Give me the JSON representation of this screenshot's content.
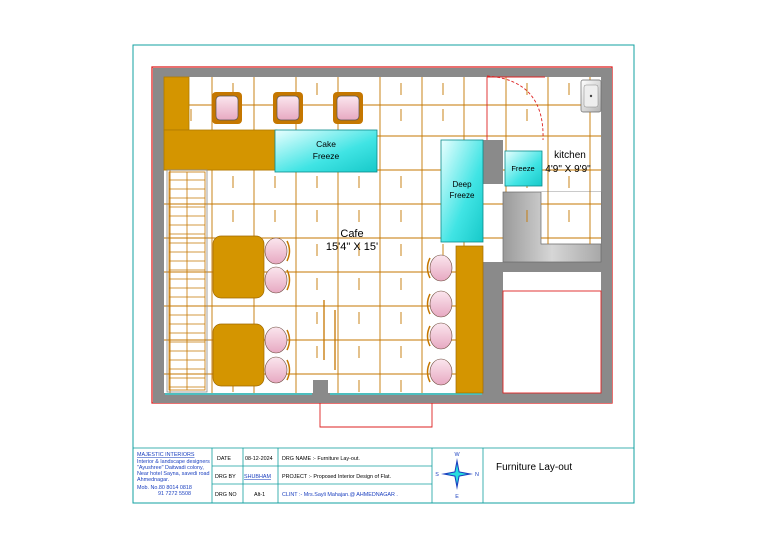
{
  "plan": {
    "cake_freeze_line1": "Cake",
    "cake_freeze_line2": "Freeze",
    "cafe_name": "Cafe",
    "cafe_size": "15'4\" X 15'",
    "deep_freeze_line1": "Deep",
    "deep_freeze_line2": "Freeze",
    "kitchen_freeze": "Freeze",
    "kitchen_name": "kitchen",
    "kitchen_size": "4'9\" X 9'9\""
  },
  "title_block": {
    "company": "MAJESTIC INTERIORS",
    "company_lines": [
      "Interior & landscape designers",
      "\"Ayushree\" Daitwadi colony,",
      "Near hotel Sayna, savedi road",
      "Ahmednagar.",
      "Mob. No.80 8014 0818",
      "91 7272 5508"
    ],
    "date_label": "DATE",
    "date_value": "08-12-2024",
    "drg_name": "DRG NAME :- Furniture Lay-out.",
    "drg_by_label": "DRG BY",
    "drg_by_value": "SHUBHAM",
    "project": "PROJECT :- Proposed Interior Design of Flat.",
    "drg_no_label": "DRG NO",
    "drg_no_value": "Alt-1",
    "client": "CLINT :- Mrs.Sayli Mahajan.@ AHMEDNAGAR .",
    "compass": {
      "n": "W",
      "s": "E",
      "e": "N",
      "w": "S"
    },
    "sheet_title": "Furniture Lay-out"
  },
  "colors": {
    "wall": "#8a8a8a",
    "counter": "#d49500",
    "freezer": "#29dede",
    "grid": "#c57700",
    "chair": "#f2cadc",
    "frame": "#12a0a0",
    "outline": "#dd2222"
  }
}
